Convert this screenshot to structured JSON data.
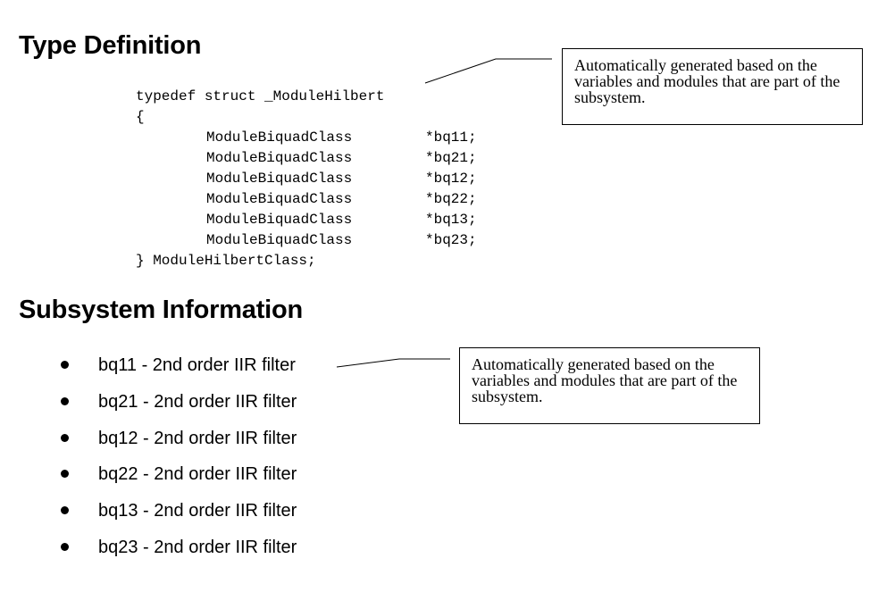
{
  "type_definition": {
    "heading": "Type Definition",
    "code": {
      "line_open": "typedef struct _ModuleHilbert",
      "brace_open": "{",
      "members": [
        {
          "type": "ModuleBiquadClass",
          "name": "*bq11;"
        },
        {
          "type": "ModuleBiquadClass",
          "name": "*bq21;"
        },
        {
          "type": "ModuleBiquadClass",
          "name": "*bq12;"
        },
        {
          "type": "ModuleBiquadClass",
          "name": "*bq22;"
        },
        {
          "type": "ModuleBiquadClass",
          "name": "*bq13;"
        },
        {
          "type": "ModuleBiquadClass",
          "name": "*bq23;"
        }
      ],
      "line_close": "} ModuleHilbertClass;"
    },
    "callout": "Automatically generated based on the variables and modules that are part of the subsystem."
  },
  "subsystem_information": {
    "heading": "Subsystem Information",
    "items": [
      "bq11 - 2nd order IIR filter",
      "bq21 - 2nd order IIR filter",
      "bq12 - 2nd order IIR filter",
      "bq22 - 2nd order IIR filter",
      "bq13 - 2nd order IIR filter",
      "bq23 - 2nd order IIR filter"
    ],
    "callout": "Automatically generated based on the variables and modules that are part of the subsystem."
  }
}
